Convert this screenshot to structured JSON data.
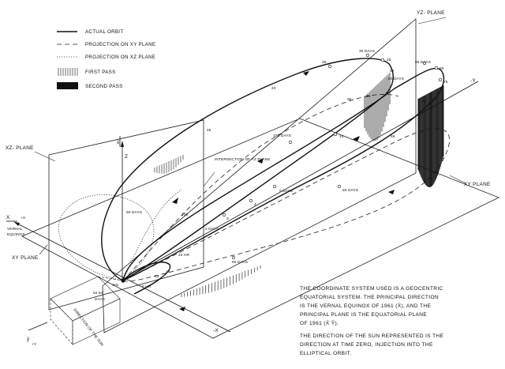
{
  "legend": {
    "actual_orbit": "ACTUAL ORBIT",
    "projection_xy": "PROJECTION ON XY PLANE",
    "projection_xz": "PROJECTION ON XZ PLANE",
    "first_pass": "FIRST PASS",
    "second_pass": "SECOND PASS"
  },
  "planes": {
    "yz": "YZ- PLANE",
    "xz": "XZ- PLANE",
    "xy_left": "XY PLANE",
    "xy_right": "XY PLANE",
    "intersection": "INTERSECTION OF YZ PLANE"
  },
  "axes": {
    "x_bar": "x̄",
    "x_vec": "X",
    "plus_x": "+X",
    "minus_x": "-X",
    "minus_y": "-Y",
    "plus_y": "+Y",
    "y_bar": "ȳ",
    "z": "Z",
    "vernal": "VERNAL",
    "equinox": "EQUINOX"
  },
  "sun_direction": "DIRECTION OF THE SUN",
  "orbit_labels": {
    "d30": "30 DAYS",
    "d25": "25",
    "d20": "20",
    "d90": "90 DAYS",
    "d35": "35",
    "d40": "40",
    "d45": "45",
    "d95": "95",
    "d15": "15",
    "d85": "85 DAYS",
    "d80": "80",
    "d75": "75",
    "d70": "70",
    "d65": "65",
    "d100": "100 DAYS",
    "d10": "10",
    "d5": "5 DAYS",
    "d4": "4",
    "d3": "3",
    "d2": "2 DAYS",
    "d60": "60 DAYS",
    "d55": "55 DAYS",
    "d50": "50 DAYS",
    "d105": "105",
    "d24hr": "24 HR",
    "d18": "18",
    "d12": "12",
    "d6hr": "6 HR",
    "d52": "52.54",
    "days": "DAYS",
    "d115": "115"
  },
  "note": {
    "p1": [
      "THE COORDINATE SYSTEM USED IS A GEOCENTRIC",
      "EQUATORIAL SYSTEM. THE PRINCIPAL DIRECTION",
      "IS THE VERNAL EQUINOX OF 1961 (X̄), AND THE",
      "PRINCIPAL PLANE IS THE EQUATORIAL PLANE",
      "OF 1961 (X̄ Ȳ)."
    ],
    "p2": [
      "THE DIRECTION OF THE SUN REPRESENTED IS THE",
      "DIRECTION AT TIME ZERO, INJECTION INTO THE",
      "ELLIPTICAL ORBIT."
    ]
  }
}
